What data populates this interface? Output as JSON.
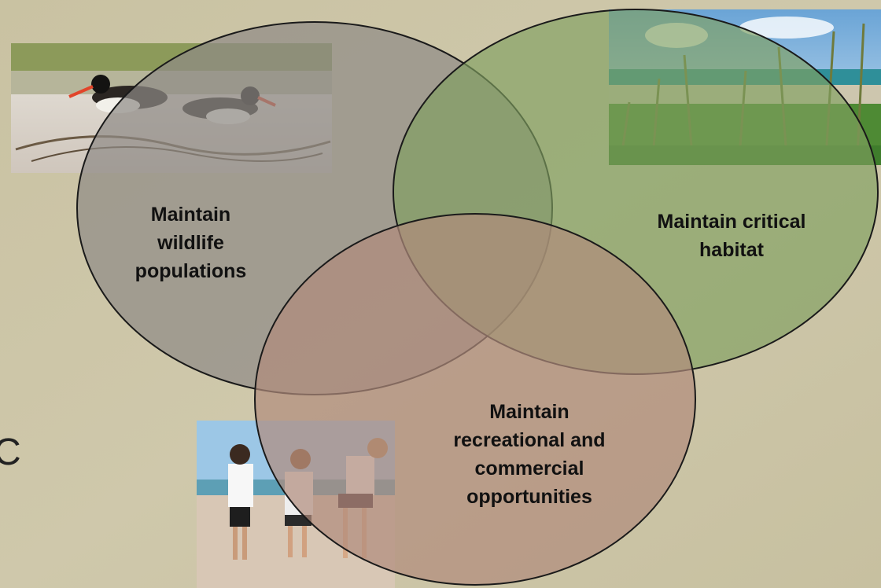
{
  "diagram": {
    "circles": [
      {
        "id": "wildlife",
        "label": "Maintain wildlife populations",
        "fill": "#8f8a86"
      },
      {
        "id": "habitat",
        "label": "Maintain critical habitat",
        "fill": "#7f9f5f"
      },
      {
        "id": "recreation",
        "label": "Maintain recreational and commercial opportunities",
        "fill": "#b08c7c"
      }
    ],
    "labels": {
      "wildlife": [
        "Maintain",
        "wildlife",
        "populations"
      ],
      "habitat": [
        "Maintain critical",
        "habitat"
      ],
      "recreation": [
        "Maintain",
        "recreational and",
        "commercial",
        "opportunities"
      ]
    },
    "edge_text": "C"
  },
  "colors": {
    "background": "#cbc4a5",
    "outline": "#1a1a1a"
  },
  "photos": {
    "birds": "oystercatcher-photo",
    "dunes": "beach-dune-photo",
    "kids": "children-on-beach-photo"
  }
}
